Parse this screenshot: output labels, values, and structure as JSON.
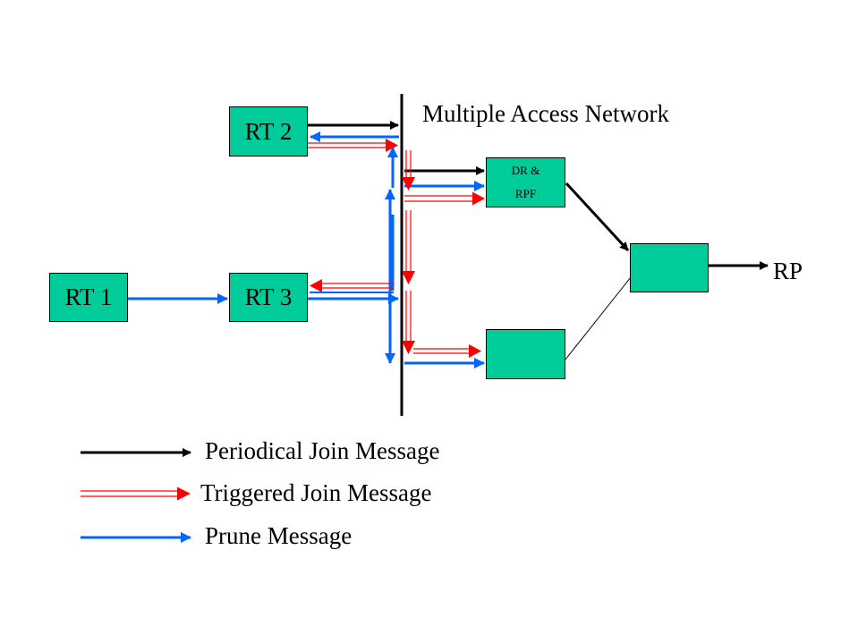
{
  "network_label": "Multiple Access Network",
  "nodes": {
    "rt2": "RT 2",
    "rt1": "RT 1",
    "rt3": "RT 3",
    "dr_line1": "DR &",
    "dr_line2": "RPF",
    "rp": "RP"
  },
  "legend": {
    "periodical": "Periodical Join Message",
    "triggered": "Triggered Join Message",
    "prune": "Prune Message"
  },
  "colors": {
    "node_fill": "#00cc99",
    "periodical": "#000000",
    "triggered": "#ff0000",
    "prune": "#0066ff"
  }
}
